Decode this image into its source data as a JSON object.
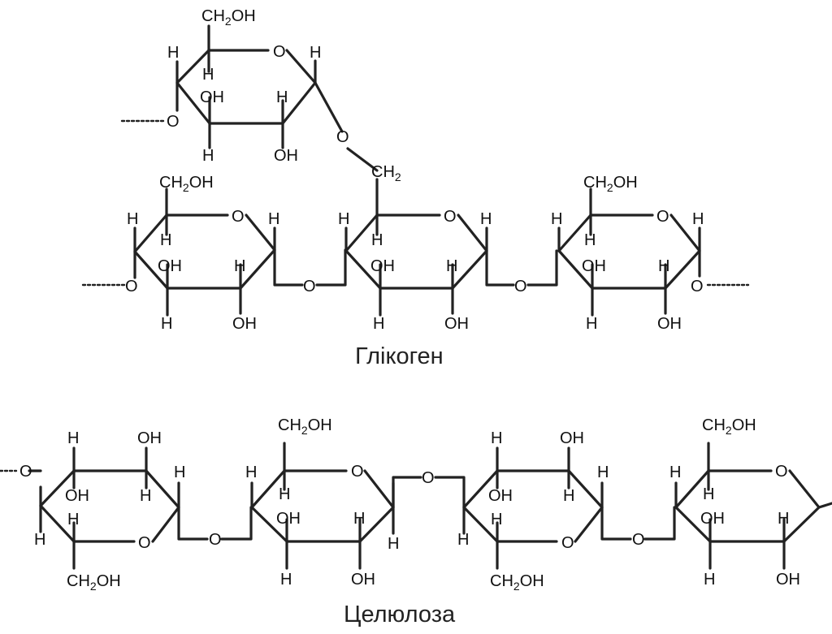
{
  "labels": {
    "ch2oh": "CH2OH",
    "ch2oh_subscript": "2",
    "ch2": "CH2",
    "ch2_subscript": "2",
    "oh": "OH",
    "h": "H",
    "o": "O"
  },
  "diagram": {
    "glycogen_caption": "Глікоген",
    "cellulose_caption": "Целюлоза"
  },
  "colors": {
    "ink": "#222222",
    "text": "#111111",
    "background": "#ffffff"
  }
}
